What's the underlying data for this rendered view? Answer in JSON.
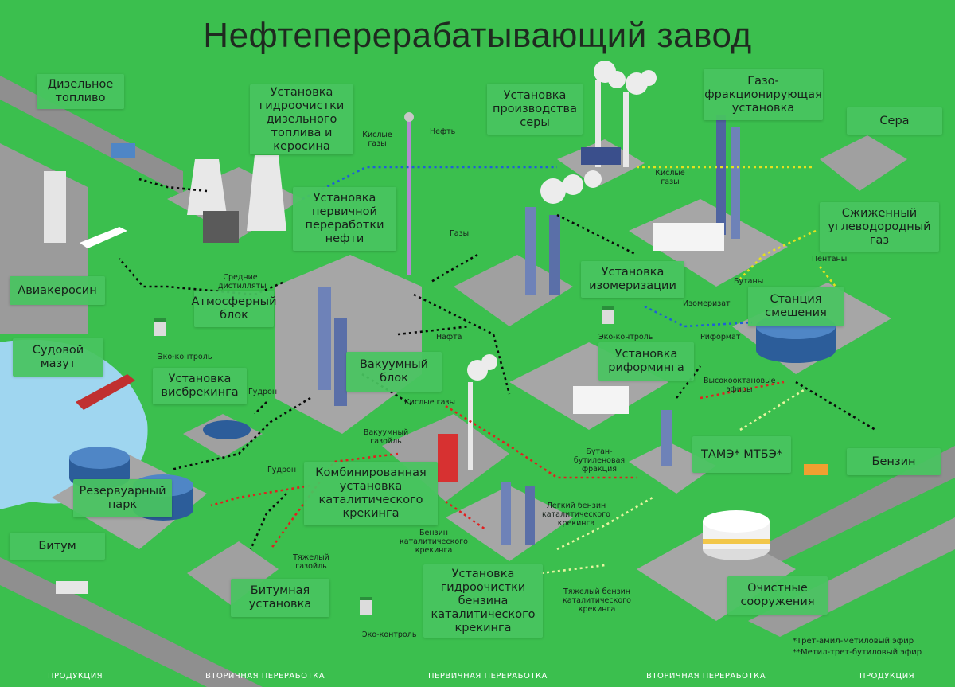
{
  "title": "Нефтеперерабатывающий завод",
  "boxes": {
    "diesel": "Дизельное топливо",
    "hydrotreat_diesel": "Установка гидроочистки дизельного топлива и керосина",
    "sulfur_unit": "Установка производства серы",
    "gas_fract": "Газо-фракционирующая установка",
    "sulfur": "Сера",
    "primary": "Установка первичной переработки нефти",
    "lpg": "Сжиженный углеводородный газ",
    "avia": "Авиакеросин",
    "atm": "Атмосферный блок",
    "isom": "Установка изомеризации",
    "blend": "Станция смешения",
    "marine": "Судовой мазут",
    "vacuum": "Вакуумный блок",
    "reform": "Установка риформинга",
    "visbreak": "Установка висбрекинга",
    "tame": "ТАМЭ* МТБЭ*",
    "gasoline": "Бензин",
    "tank": "Резервуарный парк",
    "fcc": "Комбинированная установка каталитического крекинга",
    "bitumen": "Битум",
    "bitumen_unit": "Битумная установка",
    "hydrotreat_gas": "Установка гидроочистки бензина каталитического крекинга",
    "treatment": "Очистные сооружения"
  },
  "labels": {
    "acid1": "Кислые газы",
    "oil": "Нефть",
    "acid2": "Кислые газы",
    "gases": "Газы",
    "pentanes": "Пентаны",
    "mid_dist": "Средние дистилляты",
    "butanes": "Бутаны",
    "isomerate": "Изомеризат",
    "naphtha": "Нафта",
    "eco1": "Эко-контроль",
    "eco2": "Эко-контроль",
    "reformate": "Риформат",
    "high_oct": "Высокооктановые эфиры",
    "tar1": "Гудрон",
    "acid3": "Кислые газы",
    "vac_gasoil": "Вакуумный газойль",
    "butbut": "Бутан-бутиленовая фракция",
    "tar2": "Гудрон",
    "light_gas": "Легкий бензин каталитического крекинга",
    "cat_gas": "Бензин каталитического крекинга",
    "heavy_gasoil": "Тяжелый газойль",
    "heavy_gas": "Тяжелый бензин каталитического крекинга",
    "eco3": "Эко-контроль"
  },
  "notes": {
    "n1": "*Трет-амил-метиловый эфир",
    "n2": "**Метил-трет-бутиловый эфир"
  },
  "legend": {
    "product_left": "ПРОДУКЦИЯ",
    "secondary_left": "ВТОРИЧНАЯ ПЕРЕРАБОТКА",
    "primary": "ПЕРВИЧНАЯ ПЕРЕРАБОТКА",
    "secondary_right": "ВТОРИЧНАЯ ПЕРЕРАБОТКА",
    "product_right": "ПРОДУКЦИЯ"
  },
  "colors": {
    "background": "#3bbf4e",
    "primary_flow": "#000000",
    "secondary_flow": "#e02020",
    "acid_gas_flow": "#1f5fd6",
    "gas_flow": "#e4e21f",
    "product_flow": "#e8f5a0"
  }
}
